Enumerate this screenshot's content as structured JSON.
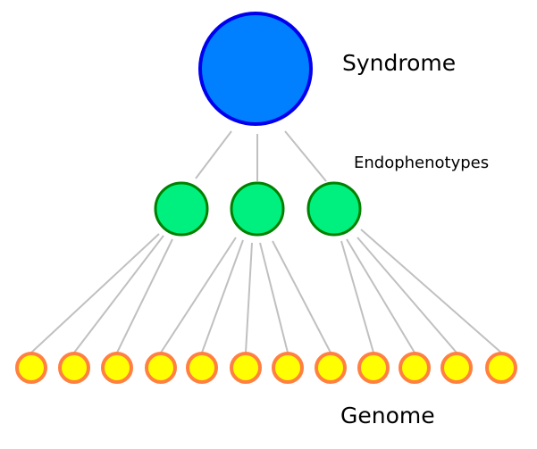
{
  "diagram": {
    "title": "Syndrome - Endophenotypes - Genome hierarchy",
    "labels": {
      "syndrome": "Syndrome",
      "endophenotypes": "Endophenotypes",
      "genome": "Genome"
    },
    "colors": {
      "syndrome_fill": "#0080ff",
      "syndrome_stroke": "#0000ee",
      "endo_fill": "#00f080",
      "endo_stroke": "#008000",
      "gene_fill": "#ffff00",
      "gene_stroke": "#ff8040",
      "edge": "#c0c0c0"
    },
    "nodes": {
      "syndrome": {
        "id": "syndrome",
        "level": 0
      },
      "endophenotypes": [
        {
          "id": "endo-1",
          "level": 1
        },
        {
          "id": "endo-2",
          "level": 1
        },
        {
          "id": "endo-3",
          "level": 1
        }
      ],
      "genes": [
        {
          "id": "gene-1",
          "parent": "endo-1"
        },
        {
          "id": "gene-2",
          "parent": "endo-1"
        },
        {
          "id": "gene-3",
          "parent": "endo-1"
        },
        {
          "id": "gene-4",
          "parent": "endo-2"
        },
        {
          "id": "gene-5",
          "parent": "endo-2"
        },
        {
          "id": "gene-6",
          "parent": "endo-2"
        },
        {
          "id": "gene-7",
          "parent": "endo-2"
        },
        {
          "id": "gene-8",
          "parent": "endo-2"
        },
        {
          "id": "gene-9",
          "parent": "endo-3"
        },
        {
          "id": "gene-10",
          "parent": "endo-3"
        },
        {
          "id": "gene-11",
          "parent": "endo-3"
        },
        {
          "id": "gene-12",
          "parent": "endo-3"
        }
      ]
    }
  }
}
